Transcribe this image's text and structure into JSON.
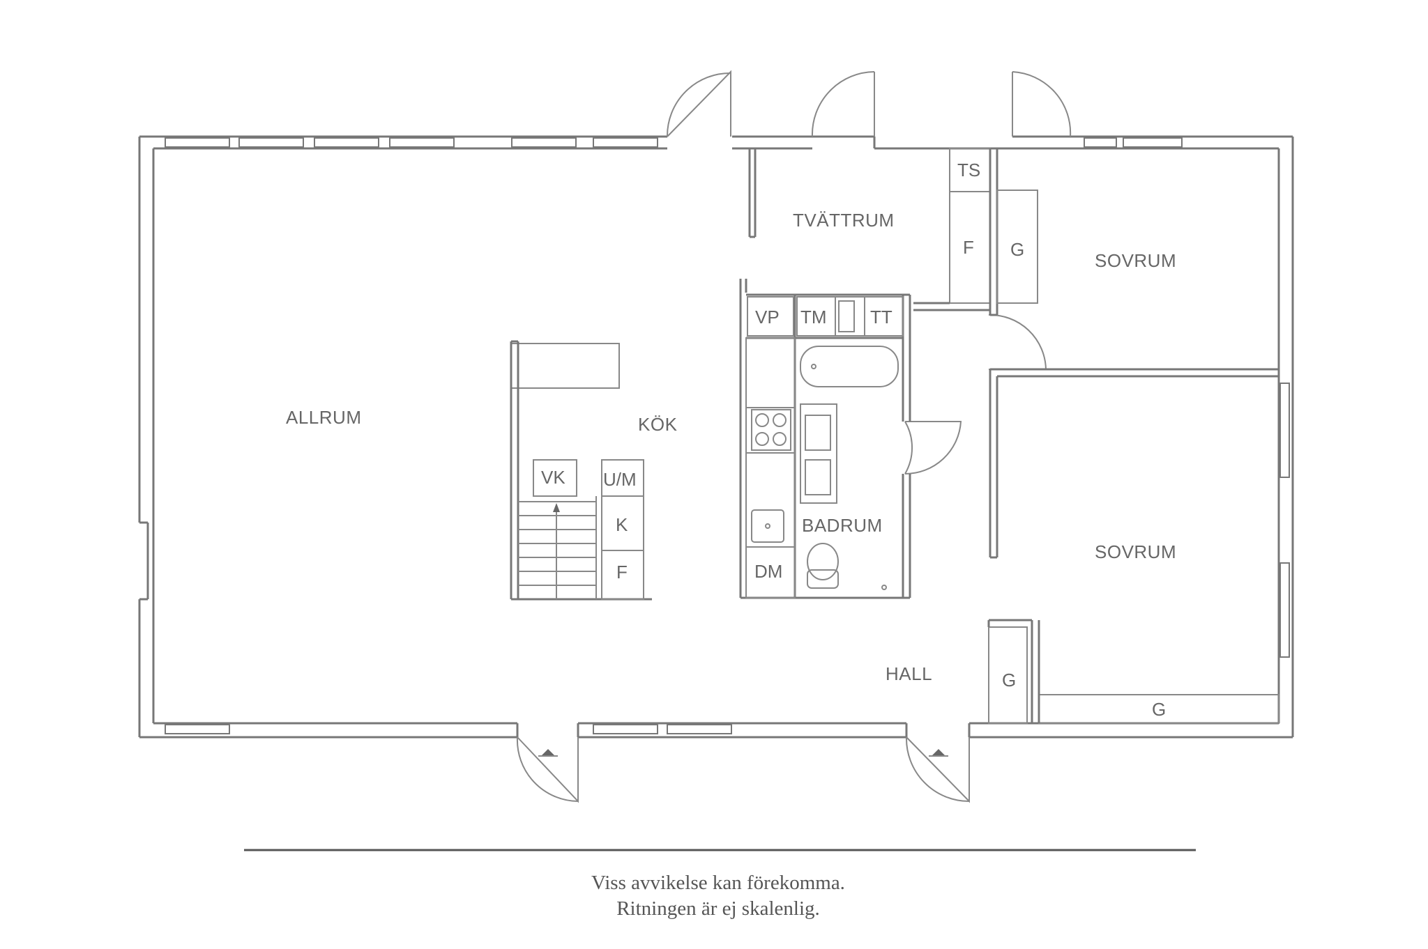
{
  "rooms": {
    "allrum": "ALLRUM",
    "kok": "KÖK",
    "tvattrum": "TVÄTTRUM",
    "sovrum_1": "SOVRUM",
    "sovrum_2": "SOVRUM",
    "badrum": "BADRUM",
    "hall": "HALL"
  },
  "fixtures": {
    "ts": "TS",
    "f_laundry": "F",
    "g_laundry": "G",
    "vp": "VP",
    "tm": "TM",
    "tt": "TT",
    "vk": "VK",
    "um": "U/M",
    "k": "K",
    "f_kitchen": "F",
    "dm": "DM",
    "g_hall": "G",
    "g_bedroom": "G"
  },
  "disclaimer": {
    "line1": "Viss avvikelse kan förekomma.",
    "line2": "Ritningen är ej skalenlig."
  },
  "colors": {
    "wall": "#777777",
    "text": "#666666",
    "background": "#ffffff"
  }
}
